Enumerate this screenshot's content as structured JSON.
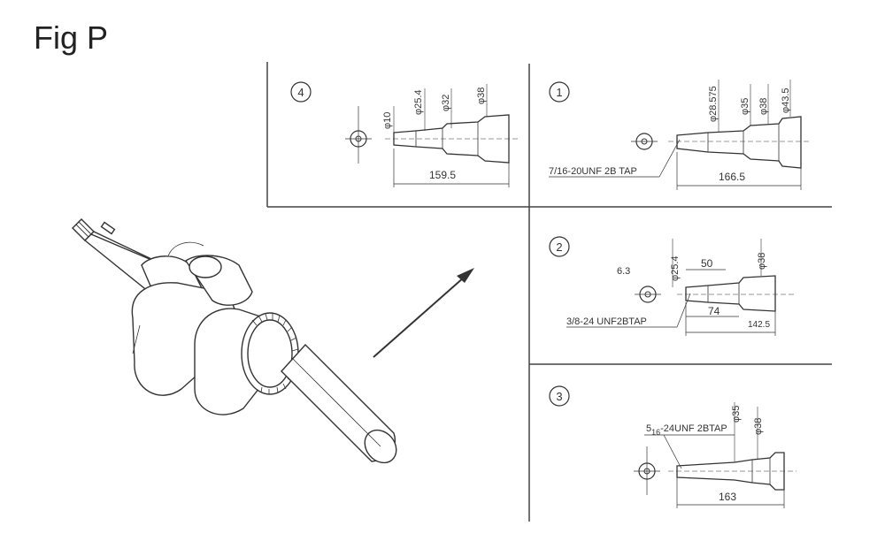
{
  "title": "Fig P",
  "variants": [
    {
      "number": "4",
      "dims": [
        "φ10",
        "φ25.4",
        "φ32",
        "φ38"
      ],
      "length": "159.5",
      "tap": ""
    },
    {
      "number": "1",
      "dims": [
        "φ28.575",
        "φ35",
        "φ38",
        "φ43.5"
      ],
      "length": "166.5",
      "tap": "7/16-20UNF 2B TAP"
    },
    {
      "number": "2",
      "dims": [
        "φ25.4",
        "50",
        "φ38",
        "6.3"
      ],
      "length": "74",
      "length2": "142.5",
      "tap": "3/8-24 UNF2BTAP"
    },
    {
      "number": "3",
      "dims": [
        "φ35",
        "φ38"
      ],
      "length": "163",
      "tap_pre": "5",
      "tap_frac": "16",
      "tap_rest": "-24UNF 2BTAP"
    }
  ]
}
